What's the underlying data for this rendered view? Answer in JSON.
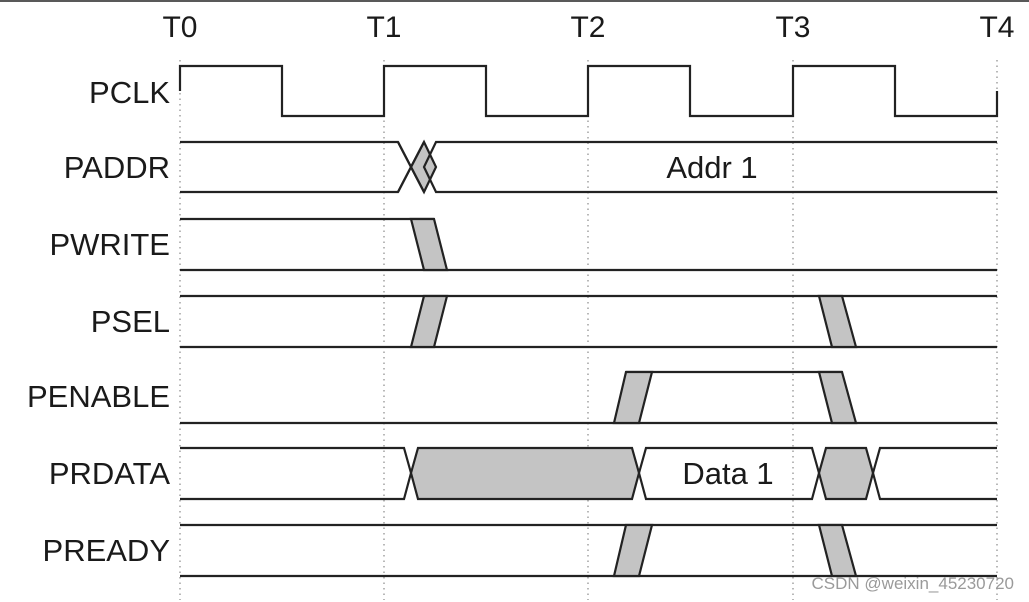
{
  "time_markers": [
    "T0",
    "T1",
    "T2",
    "T3",
    "T4"
  ],
  "signals": [
    {
      "name": "PCLK"
    },
    {
      "name": "PADDR",
      "value": "Addr 1"
    },
    {
      "name": "PWRITE"
    },
    {
      "name": "PSEL"
    },
    {
      "name": "PENABLE"
    },
    {
      "name": "PRDATA",
      "value": "Data 1"
    },
    {
      "name": "PREADY"
    }
  ],
  "watermark": "CSDN @weixin_45230720",
  "colors": {
    "line": "#222222",
    "shade": "#c4c4c4",
    "grid": "#8a8a8a"
  }
}
